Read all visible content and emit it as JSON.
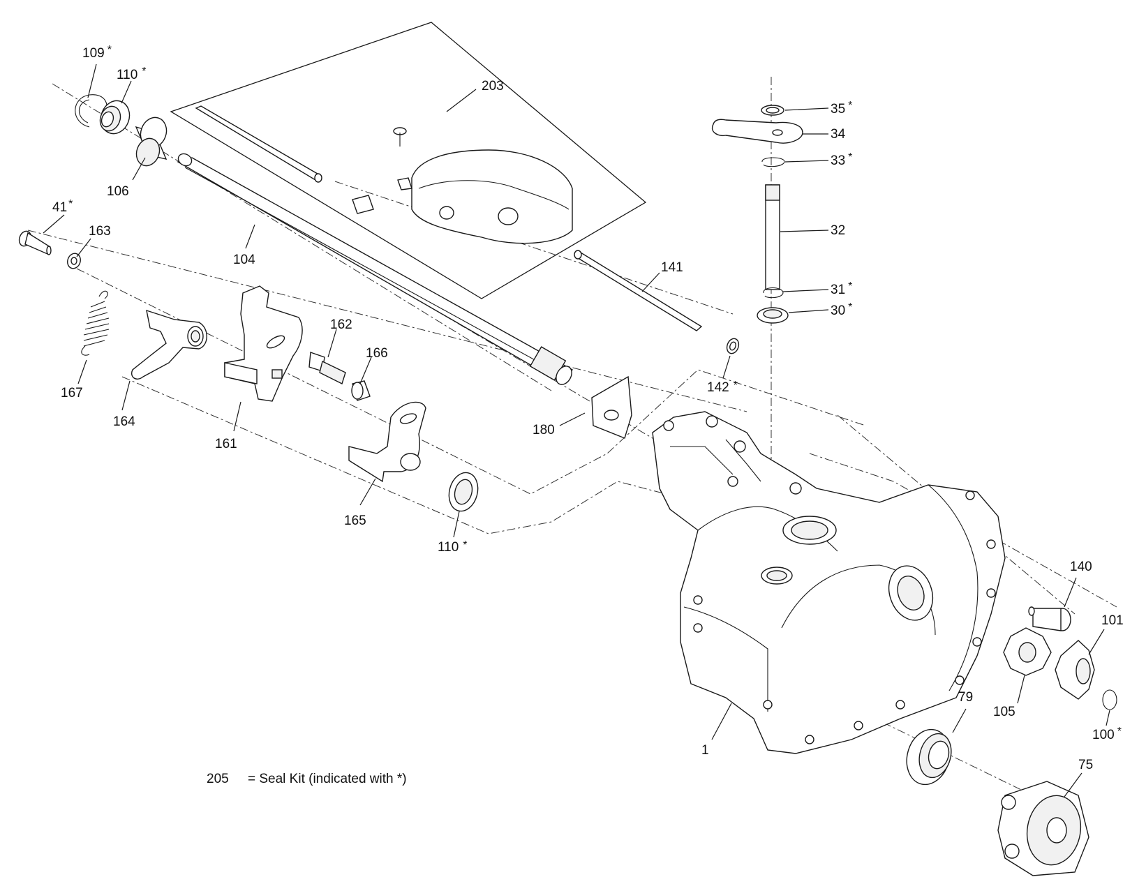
{
  "seal_kit_note": {
    "number": "205",
    "text": "= Seal Kit (indicated with *)"
  },
  "callouts": [
    {
      "id": "c109",
      "number": "109",
      "star": "*"
    },
    {
      "id": "c110a",
      "number": "110",
      "star": "*"
    },
    {
      "id": "c203",
      "number": "203",
      "star": ""
    },
    {
      "id": "c35",
      "number": "35",
      "star": "*"
    },
    {
      "id": "c34",
      "number": "34",
      "star": ""
    },
    {
      "id": "c33",
      "number": "33",
      "star": "*"
    },
    {
      "id": "c32",
      "number": "32",
      "star": ""
    },
    {
      "id": "c31",
      "number": "31",
      "star": "*"
    },
    {
      "id": "c30",
      "number": "30",
      "star": "*"
    },
    {
      "id": "c106",
      "number": "106",
      "star": ""
    },
    {
      "id": "c41",
      "number": "41",
      "star": "*"
    },
    {
      "id": "c163",
      "number": "163",
      "star": ""
    },
    {
      "id": "c104",
      "number": "104",
      "star": ""
    },
    {
      "id": "c141",
      "number": "141",
      "star": ""
    },
    {
      "id": "c162",
      "number": "162",
      "star": ""
    },
    {
      "id": "c166",
      "number": "166",
      "star": ""
    },
    {
      "id": "c142",
      "number": "142",
      "star": "*"
    },
    {
      "id": "c167",
      "number": "167",
      "star": ""
    },
    {
      "id": "c164",
      "number": "164",
      "star": ""
    },
    {
      "id": "c161",
      "number": "161",
      "star": ""
    },
    {
      "id": "c180",
      "number": "180",
      "star": ""
    },
    {
      "id": "c165",
      "number": "165",
      "star": ""
    },
    {
      "id": "c110b",
      "number": "110",
      "star": "*"
    },
    {
      "id": "c140",
      "number": "140",
      "star": ""
    },
    {
      "id": "c101",
      "number": "101",
      "star": ""
    },
    {
      "id": "c79",
      "number": "79",
      "star": ""
    },
    {
      "id": "c105",
      "number": "105",
      "star": ""
    },
    {
      "id": "c100",
      "number": "100",
      "star": "*"
    },
    {
      "id": "c1",
      "number": "1",
      "star": ""
    },
    {
      "id": "c75",
      "number": "75",
      "star": ""
    }
  ]
}
